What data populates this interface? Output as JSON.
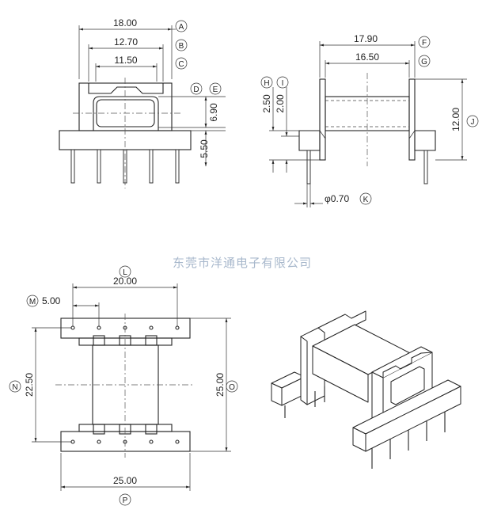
{
  "watermark": "东莞市洋通电子有限公司",
  "dims": {
    "A": "18.00",
    "B": "12.70",
    "C": "11.50",
    "D": "6.90",
    "E": "5.50",
    "F": "17.90",
    "G": "16.50",
    "H": "2.50",
    "I": "2.00",
    "J": "12.00",
    "K": "φ0.70",
    "L": "20.00",
    "M": "5.00",
    "N": "22.50",
    "O": "25.00",
    "P": "25.00"
  },
  "letters": {
    "A": "A",
    "B": "B",
    "C": "C",
    "D": "D",
    "E": "E",
    "F": "F",
    "G": "G",
    "H": "H",
    "I": "I",
    "J": "J",
    "K": "K",
    "L": "L",
    "M": "M",
    "N": "N",
    "O": "O",
    "P": "P"
  }
}
